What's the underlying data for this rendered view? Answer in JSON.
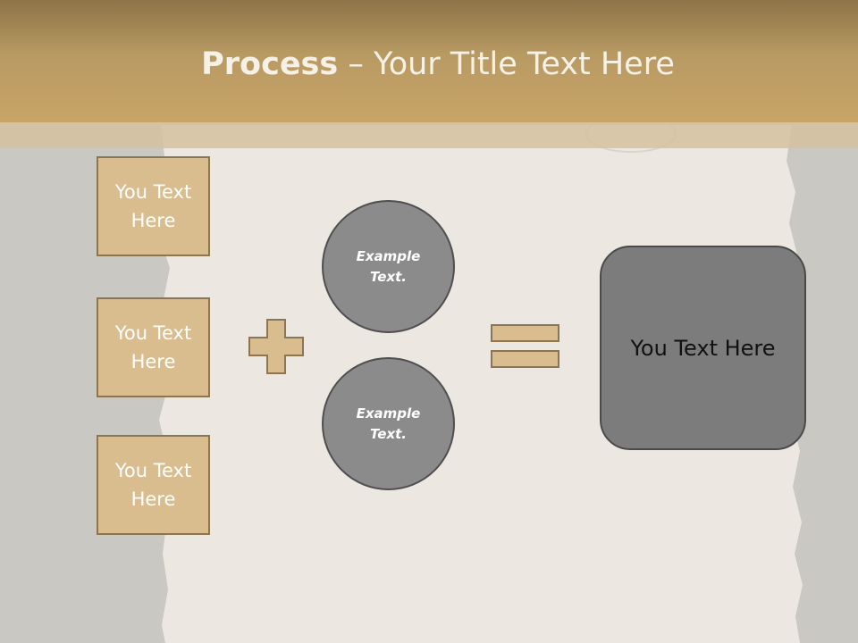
{
  "slide": {
    "title_bold": "Process",
    "title_rest": " – Your Title Text Here"
  },
  "boxes": [
    {
      "line1": "You Text",
      "line2": "Here"
    },
    {
      "line1": "You Text",
      "line2": "Here"
    },
    {
      "line1": "You Text",
      "line2": "Here"
    }
  ],
  "circles": [
    {
      "line1": "Example",
      "line2": "Text."
    },
    {
      "line1": "Example",
      "line2": "Text."
    }
  ],
  "result": {
    "text": "You Text Here"
  },
  "colors": {
    "header": "#c8a467",
    "box_fill": "#d9bd8f",
    "box_border": "#8b7553",
    "circle_fill": "#8b8b8b",
    "result_fill": "#7c7c7c"
  },
  "icons": [
    "plus-icon",
    "equals-icon"
  ]
}
